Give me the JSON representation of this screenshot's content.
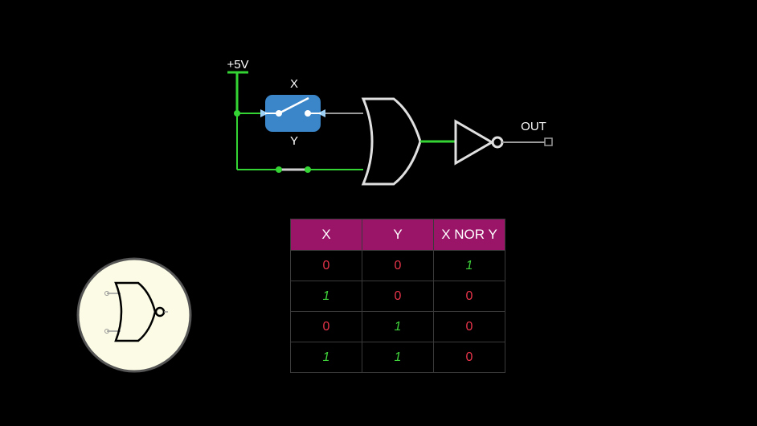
{
  "circuit": {
    "supply_label": "+5V",
    "switch_top_label": "X",
    "switch_bottom_label": "Y",
    "output_label": "OUT"
  },
  "truth_table": {
    "headers": [
      "X",
      "Y",
      "X NOR Y"
    ],
    "rows": [
      [
        "0",
        "0",
        "1"
      ],
      [
        "1",
        "0",
        "0"
      ],
      [
        "0",
        "1",
        "0"
      ],
      [
        "1",
        "1",
        "0"
      ]
    ]
  },
  "colors": {
    "background": "#000000",
    "wire_active": "#35d435",
    "wire_inactive": "#9a9a9a",
    "switch_body": "#3b86c9",
    "table_header": "#9a1468",
    "value_zero": "#e8344a",
    "value_one": "#3fd23a",
    "icon_badge": "#fbfbe6"
  },
  "icons": {
    "gate_symbol": "nor-gate-icon"
  }
}
